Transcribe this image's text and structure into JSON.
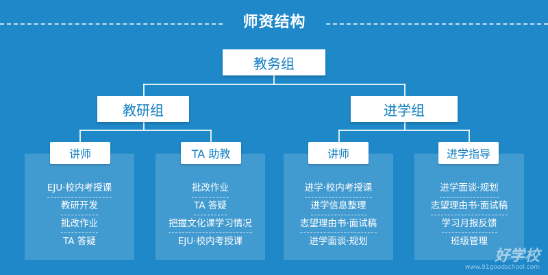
{
  "title": "师资结构",
  "root": {
    "label": "教务组"
  },
  "groups": [
    {
      "label": "教研组",
      "roles": [
        {
          "label": "讲师",
          "items": [
            "EJU·校内考授课",
            "教研开发",
            "批改作业",
            "TA 答疑"
          ]
        },
        {
          "label": "TA 助教",
          "items": [
            "批改作业",
            "TA 答疑",
            "把握文化课学习情况",
            "EJU·校内考授课"
          ]
        }
      ]
    },
    {
      "label": "进学组",
      "roles": [
        {
          "label": "讲师",
          "items": [
            "进学·校内考授课",
            "进学信息整理",
            "志望理由书·面试稿",
            "进学面谈·规划"
          ]
        },
        {
          "label": "进学指导",
          "items": [
            "进学面谈·规划",
            "志望理由书·面试稿",
            "学习月报反馈",
            "班级管理"
          ]
        }
      ]
    }
  ],
  "watermark": {
    "main": "好学校",
    "sub": "www.91goodschool.com"
  },
  "colors": {
    "background": "#1e88c8",
    "box": "#ffffff",
    "box_text": "#0f7dc1"
  }
}
